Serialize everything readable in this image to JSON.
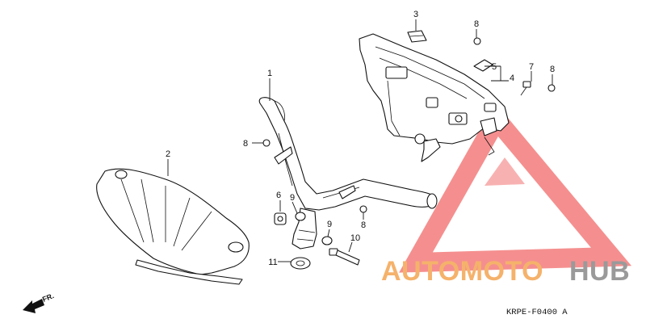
{
  "diagram": {
    "reference_code": "KRPE-F0400 A",
    "direction_label": "FR.",
    "callouts": [
      "1",
      "2",
      "3",
      "4",
      "5",
      "6",
      "7",
      "8",
      "9",
      "10",
      "11"
    ],
    "parts": {
      "handlebar": "1",
      "front_cover": "2",
      "clip": "3",
      "group_bracket": "4",
      "grommet": "5",
      "collar": "6",
      "bolt": "7",
      "screw": "8",
      "washer": "9",
      "flange_bolt": "10",
      "nut": "11"
    }
  },
  "watermark": {
    "part1": "AUTOMOTO",
    "part2": "HUB",
    "color_orange": "#f5b26b",
    "color_gray": "#9a9a9a",
    "color_triangle": "#ef4b4b"
  }
}
